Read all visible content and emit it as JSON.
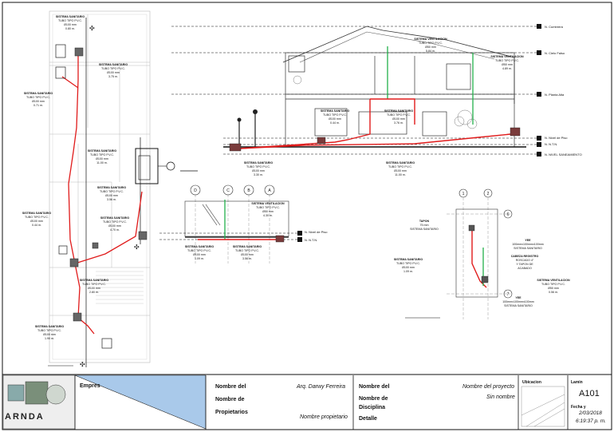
{
  "plan_annotations": [
    {
      "lines": [
        "SISTEMA SANITARIO",
        "TUBO TIPO P.V.C.",
        "Ø100 mm",
        "0.80 m."
      ]
    },
    {
      "lines": [
        "SISTEMA SANITARIO",
        "TUBO TIPO P.V.C.",
        "Ø100 mm",
        "3.75 m."
      ]
    },
    {
      "lines": [
        "SISTEMA SANITARIO",
        "TUBO TIPO P.V.C.",
        "Ø100 mm",
        "0.71 m."
      ]
    },
    {
      "lines": [
        "SISTEMA SANITARIO",
        "TUBO TIPO P.V.C.",
        "Ø100 mm",
        "11.00 m."
      ]
    },
    {
      "lines": [
        "SISTEMA SANITARIO",
        "TUBO TIPO P.V.C.",
        "Ø100 mm",
        "3.56 m."
      ]
    },
    {
      "lines": [
        "SISTEMA SANITARIO",
        "TUBO TIPO P.V.C.",
        "Ø100 mm",
        "0.44 m."
      ]
    },
    {
      "lines": [
        "SISTEMA SANITARIO",
        "TUBO TIPO P.V.C.",
        "Ø100 mm",
        "4.70 m."
      ]
    },
    {
      "lines": [
        "SISTEMA SANITARIO",
        "TUBO TIPO P.V.C.",
        "Ø100 mm",
        "2.80 m."
      ]
    },
    {
      "lines": [
        "SISTEMA SANITARIO",
        "TUBO TIPO P.V.C.",
        "Ø100 mm",
        "1.90 m."
      ]
    }
  ],
  "section_annotations": [
    {
      "lines": [
        "SISTEMA VENTILACION",
        "TUBO TIPO P.V.C.",
        "Ø50 mm",
        "5.84 m."
      ]
    },
    {
      "lines": [
        "SISTEMA VENTILACION",
        "TUBO TIPO P.V.C.",
        "Ø50 mm",
        "4.89 m."
      ]
    },
    {
      "lines": [
        "SISTEMA SANITARIO",
        "TUBO TIPO P.V.C.",
        "Ø100 mm",
        "0.44 m."
      ]
    },
    {
      "lines": [
        "SISTEMA SANITARIO",
        "TUBO TIPO P.V.C.",
        "Ø100 mm",
        "3.76 m."
      ]
    },
    {
      "lines": [
        "SISTEMA SANITARIO",
        "TUBO TIPO P.V.C.",
        "Ø100 mm",
        "3.30 m."
      ]
    },
    {
      "lines": [
        "SISTEMA SANITARIO",
        "TUBO TIPO P.V.C.",
        "Ø100 mm",
        "11.00 m."
      ]
    }
  ],
  "level_labels": [
    "N. Cumbrera",
    "N. Cielo Falso",
    "N. Planta Alta",
    "N. Nivel de Piso",
    "N. N.T.N.",
    "N. NIVEL SANEAMIENTO"
  ],
  "detail_left_annotations": [
    {
      "lines": [
        "SISTEMA VENTILACION",
        "TUBO TIPO P.V.C.",
        "Ø50 mm",
        "4.30 m."
      ]
    },
    {
      "lines": [
        "SISTEMA SANITARIO",
        "TUBO TIPO P.V.C.",
        "Ø100 mm",
        "1.09 m."
      ]
    },
    {
      "lines": [
        "SISTEMA SANITARIO",
        "TUBO TIPO P.V.C.",
        "Ø100 mm",
        "3.56 m."
      ]
    }
  ],
  "detail_left_levels": [
    "N. Nivel de Piso",
    "N. N.T.N."
  ],
  "detail_left_grids": [
    "D",
    "C",
    "B",
    "A"
  ],
  "detail_right_annotations": [
    {
      "lines": [
        "SISTEMA SANITARIO",
        "TUBO TIPO P.V.C.",
        "Ø100 mm",
        "1.09 m."
      ]
    },
    {
      "lines": [
        "SISTEMA VENTILACION",
        "TUBO TIPO P.V.C.",
        "Ø50 mm",
        "0.56 m."
      ]
    },
    {
      "lines": [
        "TAPON",
        "75 mm",
        "SISTEMA SANITARIO"
      ]
    },
    {
      "lines": [
        "YEE",
        "100mmx100mmx100mm",
        "SISTEMA SANITARIO"
      ]
    },
    {
      "lines": [
        "CABEZA REGISTRO",
        "ROSCADO 4\"",
        "Y TAPON DE",
        "ACABADO"
      ]
    },
    {
      "lines": [
        "YEE",
        "100mmx100mmx100mm",
        "SISTEMA SANITARIO"
      ]
    }
  ],
  "detail_right_grids": [
    "1",
    "2",
    "6",
    "7"
  ],
  "title_block": {
    "company": "Empres",
    "logo_text": "ARNDA",
    "owner_name_label": "Nombre del",
    "owner_label": "Nombre de",
    "owners_label": "Propietarios",
    "architect": "Arq. Darwy Ferreira",
    "owner_value": "Nombre propietario",
    "project_name_label": "Nombre del",
    "project_value": "Nombre del proyecto",
    "discipline_name_label": "Nombre de",
    "discipline_label": "Disciplina",
    "detail_label": "Detalle",
    "no_name": "Sin nombre",
    "location_label": "Ubicacion",
    "sheet_label": "Lamin",
    "sheet_number": "A101",
    "date_label": "Fecha y",
    "date": "2/03/2018",
    "time": "6:19:37 p. m."
  },
  "colors": {
    "sanitary": "#e01b1b",
    "vent": "#22b14c",
    "line": "#111111",
    "grid": "#9a9a9a",
    "titleblock_fill": "#a9c9ea"
  }
}
